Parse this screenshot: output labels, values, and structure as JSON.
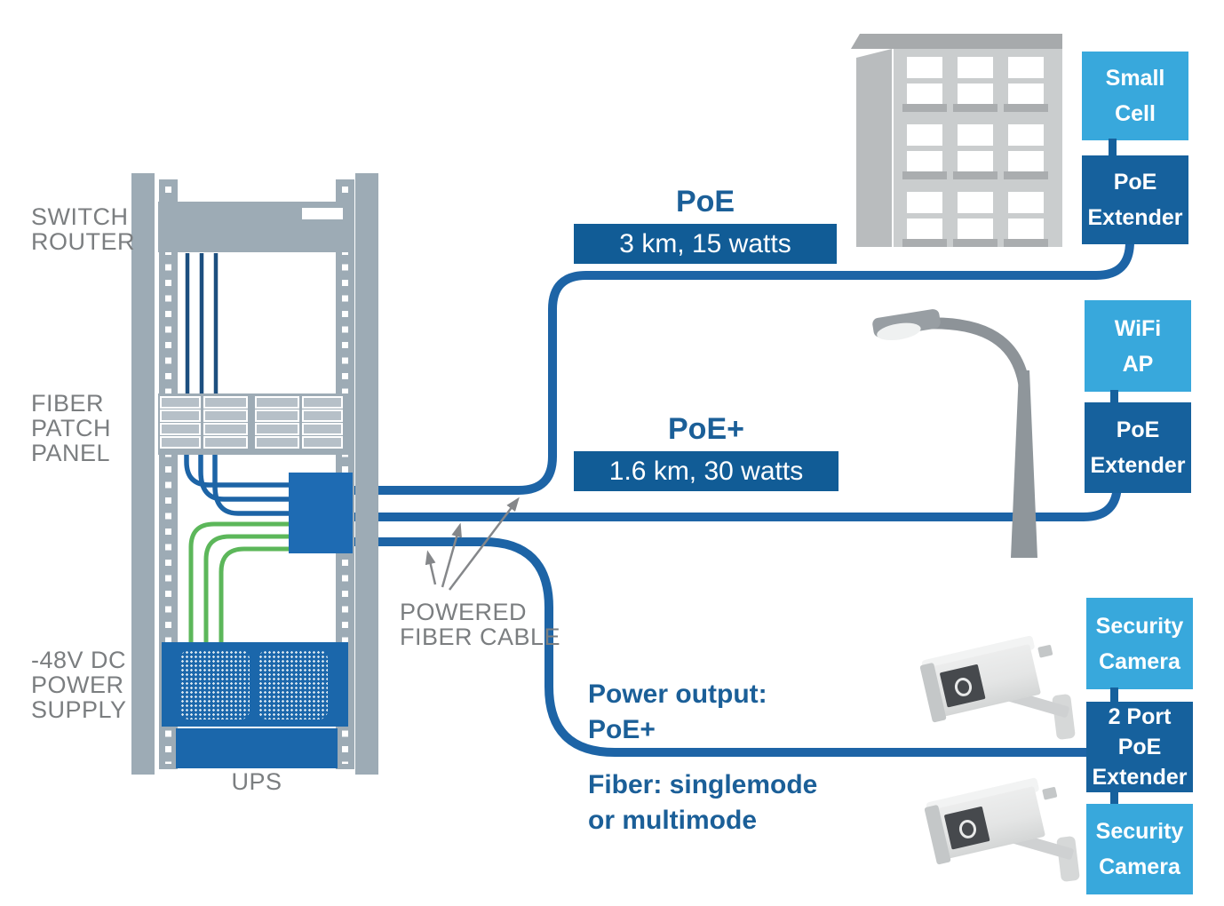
{
  "colors": {
    "light_blue": "#38a8dc",
    "dark_blue": "#16619d",
    "banner_blue": "#115c96",
    "cable_blue": "#1d64a6",
    "navy_cable": "#1c4f7f",
    "green_cable": "#5cb75a",
    "junction_blue": "#1e6bb3",
    "device_blue": "#1b67ab",
    "rack_gray": "#9dabb5",
    "label_gray": "#7b7e80",
    "text_blue": "#1b5f98"
  },
  "rack": {
    "switch_router_label": {
      "line1": "SWITCH",
      "line2": "ROUTER"
    },
    "fiber_patch_panel_label": {
      "line1": "FIBER",
      "line2": "PATCH",
      "line3": "PANEL"
    },
    "power_supply_label": {
      "line1": "-48V DC",
      "line2": "POWER",
      "line3": "SUPPLY"
    },
    "ups_label": "UPS"
  },
  "annotations": {
    "powered_fiber_cable": {
      "line1": "POWERED",
      "line2": "FIBER CABLE"
    },
    "power_output": {
      "line1": "Power output:",
      "line2": "PoE+"
    },
    "fiber_mode": {
      "line1": "Fiber: singlemode",
      "line2": "or multimode"
    }
  },
  "links": {
    "poe": {
      "label": "PoE",
      "banner": "3 km, 15 watts"
    },
    "poe_plus": {
      "label": "PoE+",
      "banner": "1.6 km, 30 watts"
    }
  },
  "endpoints": {
    "small_cell": {
      "line1": "Small",
      "line2": "Cell"
    },
    "poe_extender_building": {
      "line1": "PoE",
      "line2": "Extender"
    },
    "wifi_ap": {
      "line1": "WiFi",
      "line2": "AP"
    },
    "poe_extender_streetlight": {
      "line1": "PoE",
      "line2": "Extender"
    },
    "security_camera_top": {
      "line1": "Security",
      "line2": "Camera"
    },
    "two_port_poe_extender": {
      "line1": "2 Port",
      "line2": "PoE",
      "line3": "Extender"
    },
    "security_camera_bottom": {
      "line1": "Security",
      "line2": "Camera"
    }
  }
}
